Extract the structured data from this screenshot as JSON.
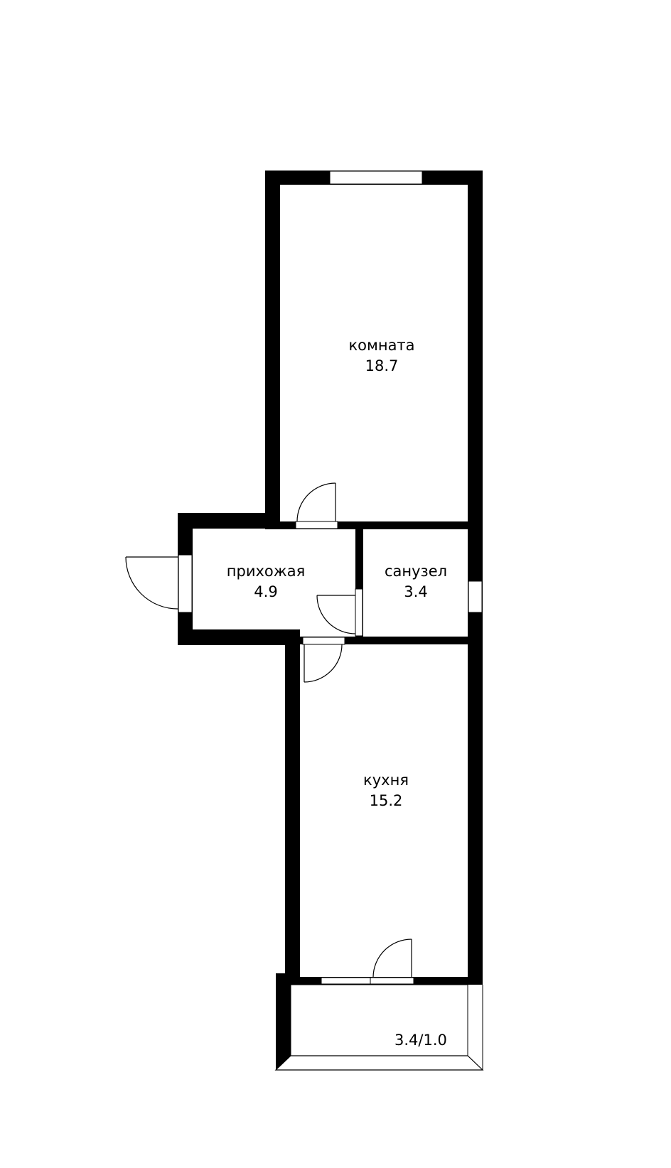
{
  "floorplan": {
    "rooms": [
      {
        "id": "room",
        "name": "комната",
        "area": "18.7"
      },
      {
        "id": "hallway",
        "name": "прихожая",
        "area": "4.9"
      },
      {
        "id": "bathroom",
        "name": "санузел",
        "area": "3.4"
      },
      {
        "id": "kitchen",
        "name": "кухня",
        "area": "15.2"
      }
    ],
    "balcony": {
      "label": "3.4/1.0"
    }
  },
  "colors": {
    "wall": "#000000",
    "background": "#ffffff"
  }
}
